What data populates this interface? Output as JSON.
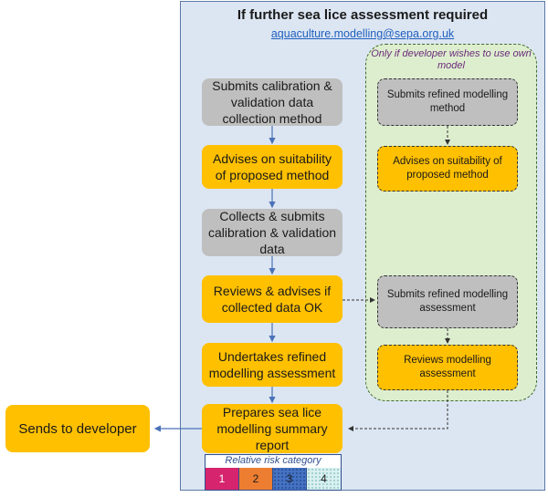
{
  "header": {
    "title": "If further sea lice assessment required",
    "email": "aquaculture.modelling@sepa.org.uk"
  },
  "optional_group": {
    "label": "Only if developer wishes to use own model"
  },
  "main_flow": [
    "Submits calibration & validation data collection method",
    "Advises on suitability of proposed method",
    "Collects & submits calibration & validation data",
    "Reviews & advises if collected data OK",
    "Undertakes refined modelling assessment",
    "Prepares sea lice modelling summary report"
  ],
  "side_flow": [
    "Submits refined modelling method",
    "Advises on suitability of proposed method",
    "Submits refined modelling assessment",
    "Reviews modelling assessment"
  ],
  "output": {
    "label": "Sends to developer"
  },
  "risk": {
    "label": "Relative risk category",
    "categories": [
      "1",
      "2",
      "3",
      "4"
    ],
    "colors": [
      "#d6246e",
      "#ed7d31",
      "#4472c4",
      "#d9f0f0"
    ]
  }
}
